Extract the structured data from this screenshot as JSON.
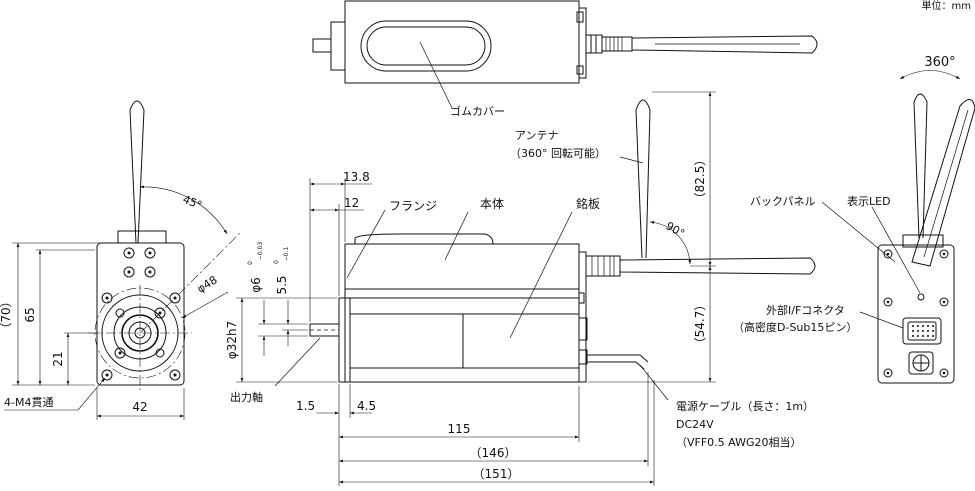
{
  "unit": "単位：mm",
  "labels": {
    "gom_cover": "ゴムカバー",
    "antenna_1": "アンテナ",
    "antenna_2": "（360° 回転可能）",
    "flange": "フランジ",
    "body": "本体",
    "nameplate": "銘板",
    "back_panel": "バックパネル",
    "led": "表示LED",
    "connector_1": "外部I/Fコネクタ",
    "connector_2": "（高密度D-Sub15ピン）",
    "output_shaft": "出力軸",
    "mount_holes": "4-M4貫通",
    "cable_1": "電源ケーブル（長さ：1m）",
    "cable_2": "DC24V",
    "cable_3": "（VFF0.5 AWG20相当）"
  },
  "dimensions": {
    "front_width": "42",
    "front_height": "65",
    "front_total": "（70）",
    "center_height": "21",
    "bolt_circle": "φ48",
    "angle_45": "45°",
    "angle_90": "90°",
    "angle_360": "360°",
    "d_13_8": "13.8",
    "d_12": "12",
    "d_phi6": "φ6",
    "tol_phi6_upper": "0",
    "tol_phi6_lower": "−0.03",
    "d_5_5": "5.5",
    "tol_5_5_upper": "0",
    "tol_5_5_lower": "−0.1",
    "d_phi32": "φ32h7",
    "d_1_5": "1.5",
    "d_4_5": "4.5",
    "d_115": "115",
    "d_146": "（146）",
    "d_151": "（151）",
    "d_82_5": "（82.5）",
    "d_54_7": "（54.7）"
  }
}
